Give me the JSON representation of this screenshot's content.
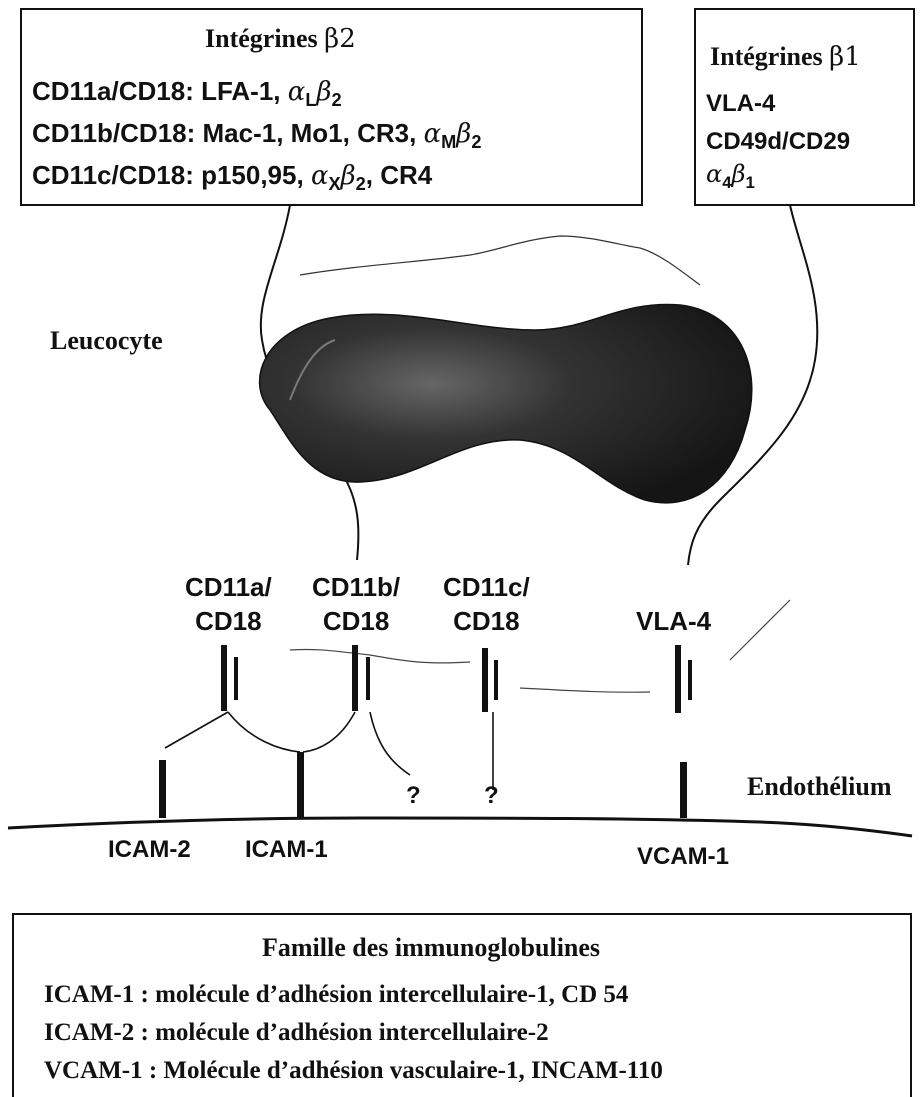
{
  "beta2_box": {
    "title_text": "Intégrines ",
    "title_greek": "β2",
    "lines": [
      {
        "prefix": "CD11a/CD18: LFA-1, ",
        "greek": "α",
        "sub1": "L",
        "greek2": "β",
        "sub2": "2",
        "suffix": ""
      },
      {
        "prefix": "CD11b/CD18: Mac-1, Mo1, CR3, ",
        "greek": "α",
        "sub1": "M",
        "greek2": "β",
        "sub2": "2",
        "suffix": ""
      },
      {
        "prefix": "CD11c/CD18: p150,95, ",
        "greek": "α",
        "sub1": "X",
        "greek2": "β",
        "sub2": "2",
        "suffix": ", CR4"
      }
    ]
  },
  "beta1_box": {
    "title_text": "Intégrines ",
    "title_greek": "β1",
    "line1": "VLA-4",
    "line2": "CD49d/CD29",
    "line3": {
      "greek": "α",
      "sub1": "4",
      "greek2": "β",
      "sub2": "1"
    }
  },
  "labels": {
    "leucocyte": "Leucocyte",
    "endothelium": "Endothélium"
  },
  "receptors": [
    {
      "line1": "CD11a/",
      "line2": "CD18"
    },
    {
      "line1": "CD11b/",
      "line2": "CD18"
    },
    {
      "line1": "CD11c/",
      "line2": "CD18"
    },
    {
      "line1": "VLA-4",
      "line2": ""
    }
  ],
  "ligands": {
    "icam2": "ICAM-2",
    "icam1": "ICAM-1",
    "vcam1": "VCAM-1",
    "unknown": "?"
  },
  "ig_box": {
    "title": "Famille des immunoglobulines",
    "lines": [
      "ICAM-1 : molécule d’adhésion intercellulaire-1, CD 54",
      "ICAM-2 : molécule d’adhésion intercellulaire-2",
      "VCAM-1 : Molécule d’adhésion vasculaire-1, INCAM-110"
    ]
  },
  "colors": {
    "ink": "#111111",
    "nucleus": "#2a2a2a"
  }
}
